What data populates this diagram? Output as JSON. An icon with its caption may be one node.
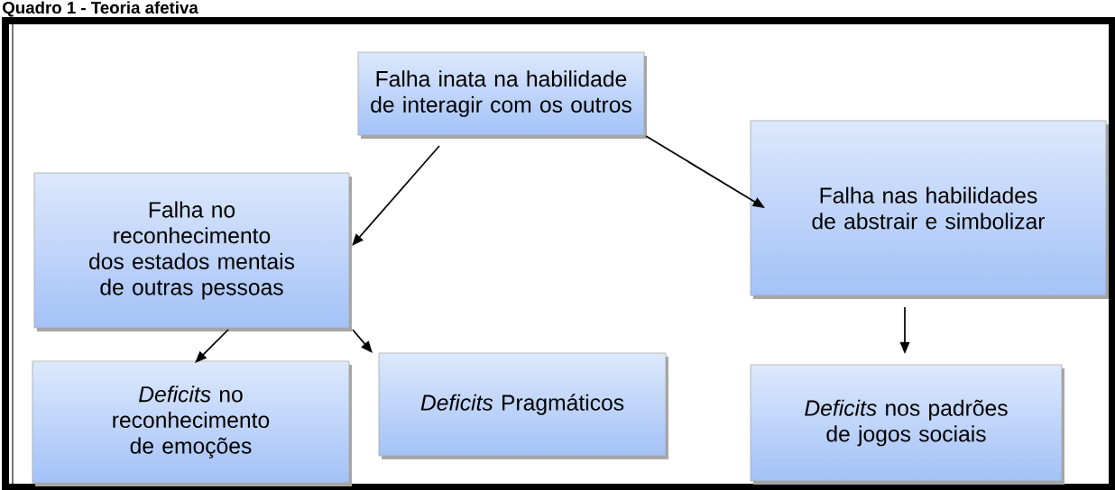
{
  "diagram": {
    "title": "Quadro 1 - Teoria afetiva",
    "nodes": [
      {
        "text": [
          "Falha inata na habilidade de interagir com os outros"
        ]
      },
      {
        "text": [
          "Falha no reconhecimento dos estados mentais de outras pessoas"
        ]
      },
      {
        "text": [
          "Falha nas habilidades de abstrair e simbolizar"
        ]
      },
      {
        "text": [
          "*Deficits* no reconhecimento de emoções"
        ]
      },
      {
        "text": [
          "*Deficits* Pragmáticos"
        ]
      },
      {
        "text": [
          "*Deficits* nos padrões de jogos sociais"
        ]
      }
    ],
    "edges": [
      {
        "from": 0,
        "to": 1,
        "arrow": "to"
      },
      {
        "from": 0,
        "to": 2,
        "arrow": "to"
      },
      {
        "from": 1,
        "to": 3,
        "arrow": "to"
      },
      {
        "from": 1,
        "to": 4,
        "arrow": "to"
      },
      {
        "from": 2,
        "to": 5,
        "arrow": "to"
      }
    ]
  }
}
